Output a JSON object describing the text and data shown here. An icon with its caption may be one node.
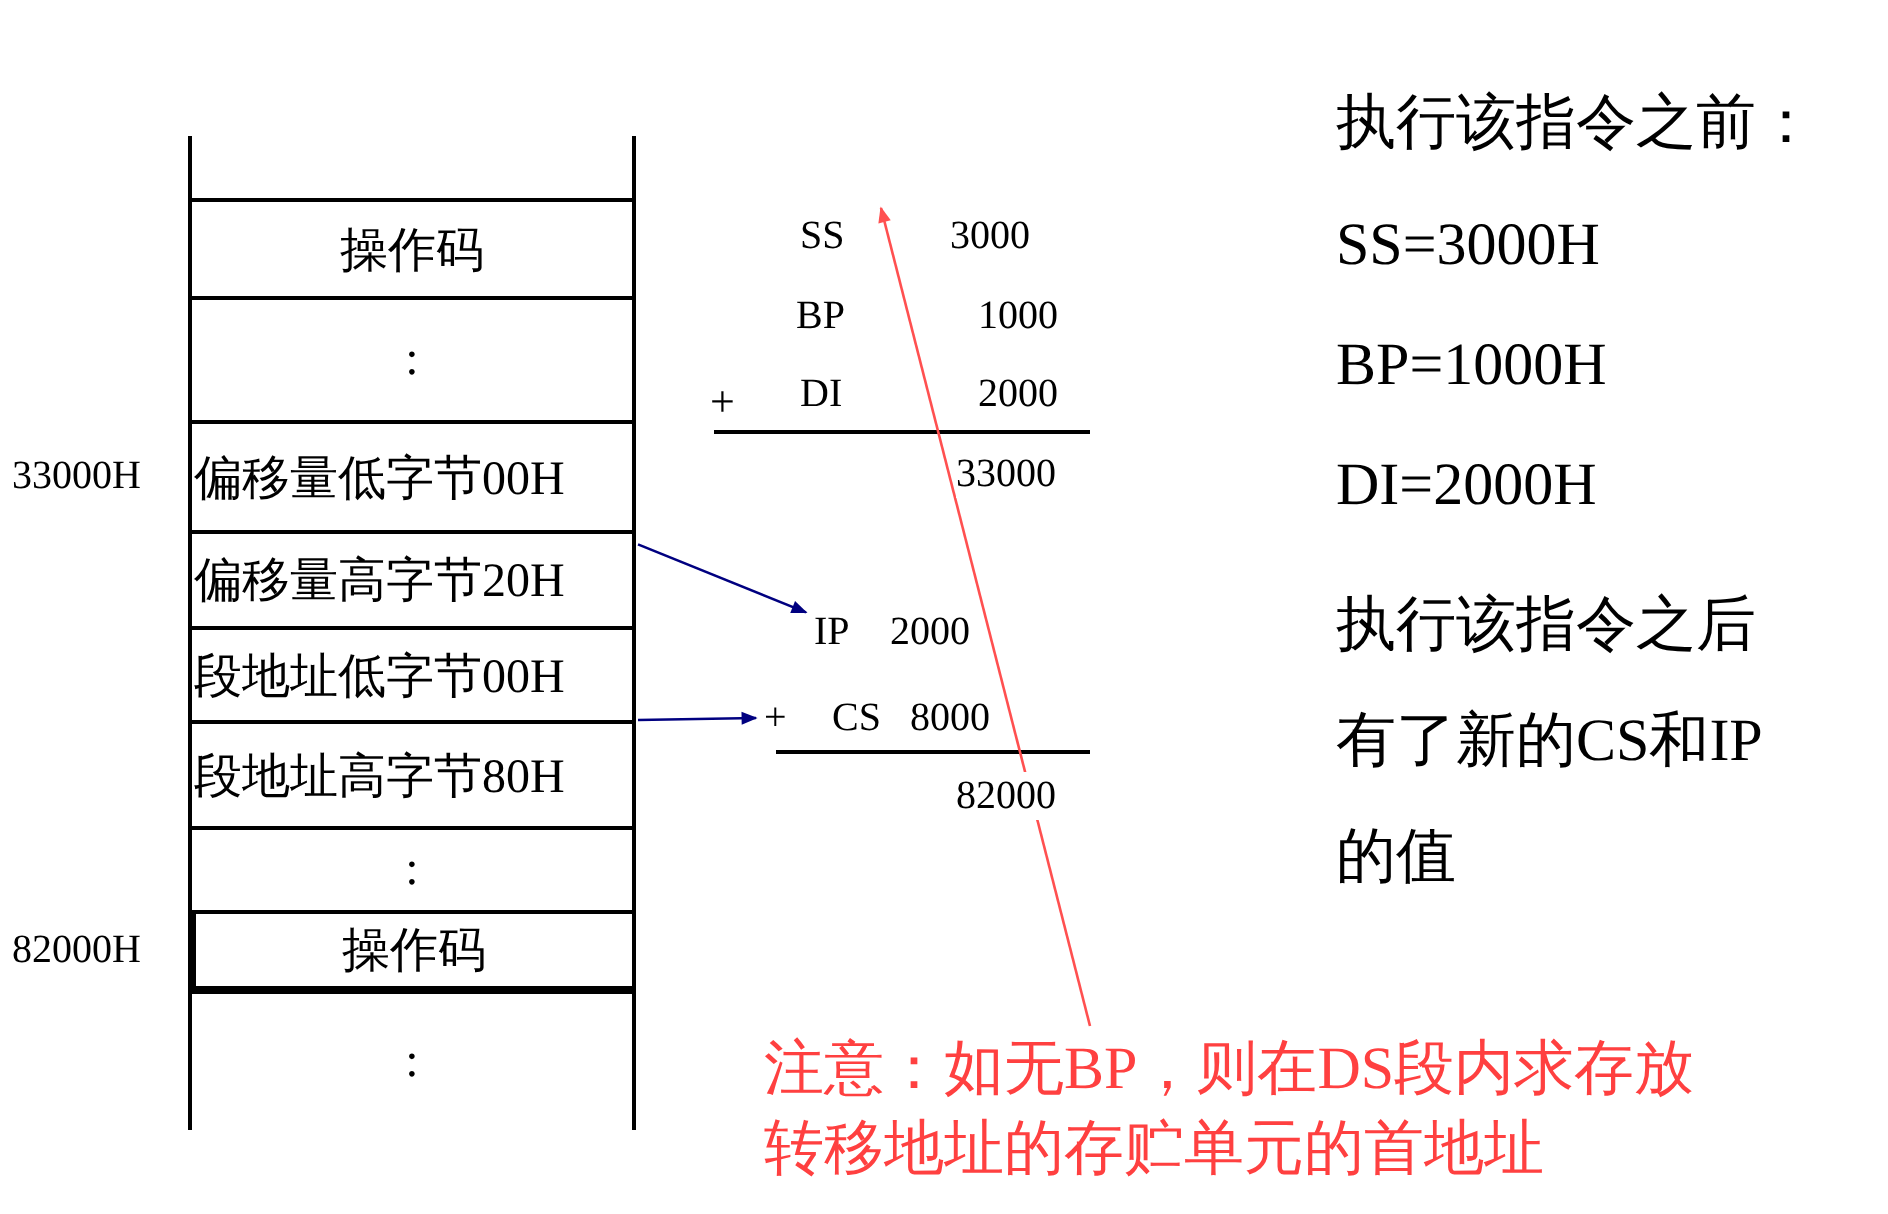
{
  "diagram": {
    "nodes": [
      {
        "text": [
          "操作码"
        ]
      },
      {
        "text": [
          ":"
        ]
      },
      {
        "text": [
          "偏移量低字节00H"
        ]
      },
      {
        "text": [
          "偏移量高字节20H"
        ]
      },
      {
        "text": [
          "段地址低字节00H"
        ]
      },
      {
        "text": [
          "段地址高字节80H"
        ]
      },
      {
        "text": [
          ":"
        ]
      },
      {
        "text": [
          "操作码"
        ]
      },
      {
        "text": [
          ":"
        ]
      },
      {
        "text": [
          "IP",
          "2000"
        ]
      },
      {
        "text": [
          "+",
          "CS",
          "8000"
        ]
      },
      {
        "text": [
          "注意：如无BP，则在DS段内求存放转移地址的存贮单元的首地址"
        ]
      },
      {
        "text": [
          "SS",
          "3000"
        ]
      }
    ],
    "edges": [
      {
        "from": 3,
        "to": 9,
        "arrow": "to"
      },
      {
        "from": 5,
        "to": 10,
        "arrow": "to"
      },
      {
        "from": 11,
        "to": 12,
        "arrow": "to",
        "color": "#ff5050"
      }
    ],
    "labels": [
      "执行该指令之前：",
      "BP",
      "1000",
      "SS=3000H",
      "+",
      "DI",
      "2000",
      "33000H",
      "33000",
      "BP=1000H",
      "DI=2000H",
      "执行该指令之后有了新的CS和IP的值",
      "82000",
      "82000H"
    ]
  }
}
